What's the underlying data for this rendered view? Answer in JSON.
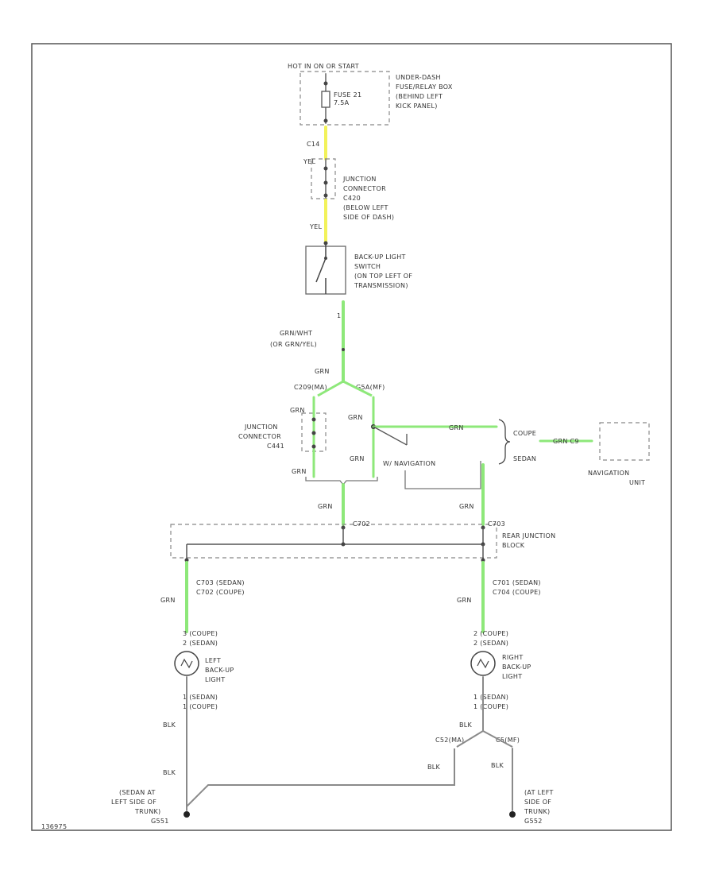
{
  "colors": {
    "border": "#555555",
    "wire_gray": "#8a8a8a",
    "wire_yellow": "#f2f25a",
    "wire_green": "#8ee87a",
    "text": "#333333"
  },
  "labels": {
    "hot_source": "HOT IN ON OR START",
    "fuse": [
      "FUSE 21",
      "7.5A"
    ],
    "fuse_box": [
      "UNDER-DASH",
      "FUSE/RELAY BOX",
      "(BEHIND LEFT",
      "KICK PANEL)"
    ],
    "wire_c4": "C14",
    "wire_yel_1": "YEL",
    "wire_yel_2": "YEL",
    "jc1": [
      "JUNCTION",
      "CONNECTOR",
      "C420",
      "(BELOW LEFT",
      "SIDE OF DASH)"
    ],
    "switch": [
      "BACK-UP LIGHT",
      "SWITCH",
      "(ON TOP LEFT OF",
      "TRANSMISSION)"
    ],
    "pin_1": "1",
    "grn_wht": [
      "GRN/WHT",
      "(OR GRN/YEL)"
    ],
    "wire_grn_a": "GRN",
    "sedan_left": "C209(MA)",
    "coupe_right": "G5A(MF)",
    "jc2": [
      "JUNCTION",
      "CONNECTOR",
      "C441"
    ],
    "wire_grn_b": "GRN",
    "wire_grn_c": "GRN",
    "wire_grn_h": "GRN",
    "w_navigation": "W/ NAVIGATION",
    "coupe": "COUPE",
    "sedan": "SEDAN",
    "nav_wire": "GRN   C9",
    "nav_unit": [
      "NAVIGATION",
      "UNIT"
    ],
    "wire_grn_d": "GRN",
    "wire_grn_e": "GRN",
    "wire_grn_f": "GRN",
    "wire_grn_g": "GRN",
    "c702": "C702",
    "c703": "C703",
    "rear_jb": [
      "REAR JUNCTION",
      "BLOCK"
    ],
    "left_conn": [
      "C703 (SEDAN)",
      "C702 (COUPE)"
    ],
    "right_conn": [
      "C701 (SEDAN)",
      "C704 (COUPE)"
    ],
    "left_pins_top": [
      "3 (COUPE)",
      "2 (SEDAN)"
    ],
    "right_pins_top": [
      "2 (COUPE)",
      "2 (SEDAN)"
    ],
    "left_light": [
      "LEFT",
      "BACK-UP",
      "LIGHT"
    ],
    "right_light": [
      "RIGHT",
      "BACK-UP",
      "LIGHT"
    ],
    "left_pins_bot": [
      "1 (SEDAN)",
      "1 (COUPE)"
    ],
    "right_pins_bot": [
      "1 (SEDAN)",
      "1 (COUPE)"
    ],
    "blk_1": "BLK",
    "blk_2": "BLK",
    "blk_3": "BLK",
    "blk_4": "BLK",
    "blk_5": "BLK",
    "sedan_c": "C52(MA)",
    "coupe_c": "C5(MF)",
    "ground_left": [
      "(SEDAN AT",
      "LEFT SIDE OF",
      "TRUNK)",
      "G551"
    ],
    "ground_right": [
      "(AT LEFT",
      "SIDE OF",
      "TRUNK)",
      "G552"
    ],
    "figure_id": "136975"
  }
}
